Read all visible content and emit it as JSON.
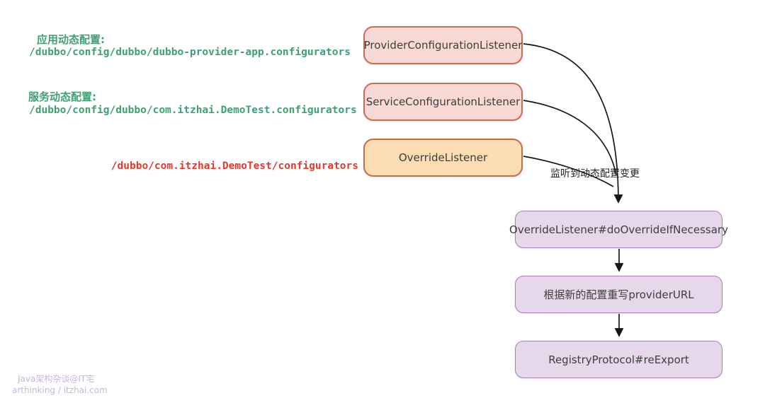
{
  "diagram": {
    "annotations": {
      "app_config": {
        "label": "应用动态配置:",
        "path": "/dubbo/config/dubbo/dubbo-provider-app.configurators",
        "color": "#3ea173"
      },
      "service_config": {
        "label": "服务动态配置:",
        "path": "/dubbo/config/dubbo/com.itzhai.DemoTest.configurators",
        "color": "#3ea173"
      },
      "override_config": {
        "path": "/dubbo/com.itzhai.DemoTest/configurators",
        "color": "#e23b2c"
      }
    },
    "listeners": [
      {
        "label": "ProviderConfigurationListener",
        "fill": "#f9d9d3",
        "border": "#cd6a52"
      },
      {
        "label": "ServiceConfigurationListener",
        "fill": "#f9d9d3",
        "border": "#cd6a52"
      },
      {
        "label": "OverrideListener",
        "fill": "#fcdcb2",
        "border": "#c96a3f"
      }
    ],
    "edge_label": "监听到动态配置变更",
    "flow": [
      {
        "label": "OverrideListener#doOverrideIfNecessary",
        "fill": "#e6d8ea",
        "border": "#a682b4"
      },
      {
        "label": "根据新的配置重写providerURL",
        "fill": "#e6d8ea",
        "border": "#a682b4"
      },
      {
        "label": "RegistryProtocol#reExport",
        "fill": "#e6d8ea",
        "border": "#a682b4"
      }
    ],
    "watermark": {
      "line1": "Java架构杂谈@IT宅",
      "line2": "arthinking / itzhai.com"
    },
    "edge_color": "#161616"
  }
}
